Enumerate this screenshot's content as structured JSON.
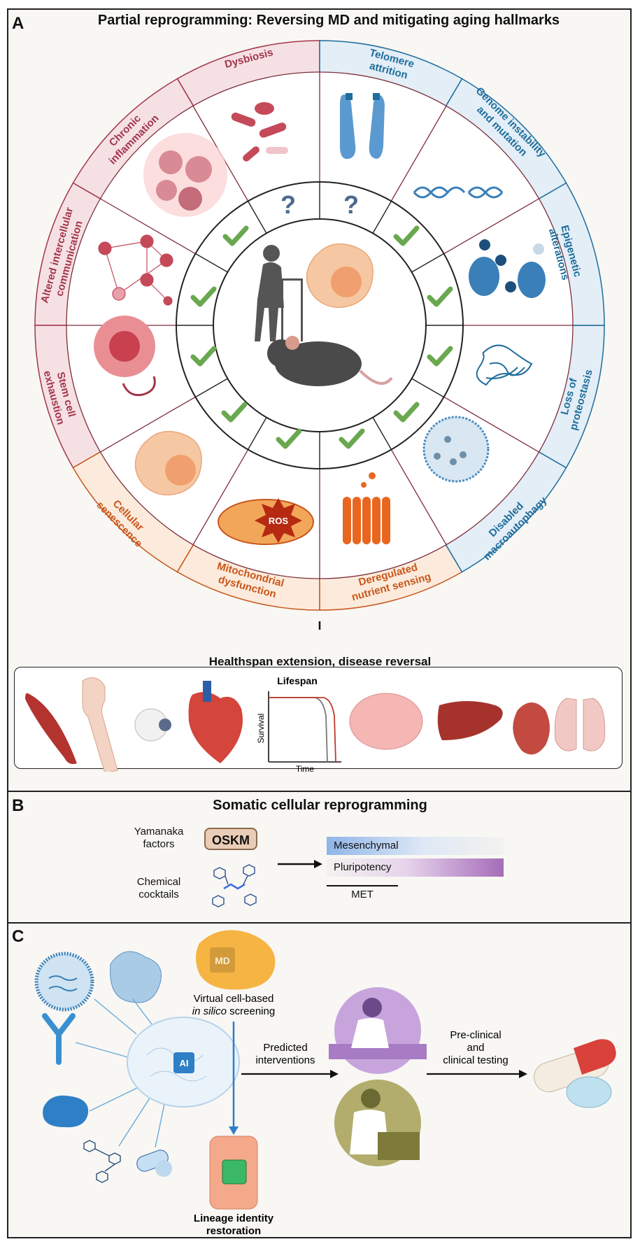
{
  "panel_a": {
    "letter": "A",
    "title": "Partial reprogramming: Reversing MD and mitigating aging hallmarks",
    "question_mark": "?",
    "hallmarks": [
      {
        "line1": "Dysbiosis",
        "line2": ""
      },
      {
        "line1": "Telomere",
        "line2": "attrition"
      },
      {
        "line1": "Genome instability",
        "line2": "and mutation"
      },
      {
        "line1": "Epigenetic",
        "line2": "alterations"
      },
      {
        "line1": "Loss of",
        "line2": "proteostasis"
      },
      {
        "line1": "Disabled",
        "line2": "macroautophagy"
      },
      {
        "line1": "Deregulated",
        "line2": "nutrient sensing"
      },
      {
        "line1": "Mitochondrial",
        "line2": "dysfunction"
      },
      {
        "line1": "Cellular",
        "line2": "senescence"
      },
      {
        "line1": "Stem cell",
        "line2": "exhaustion"
      },
      {
        "line1": "Altered intercellular",
        "line2": "communication"
      },
      {
        "line1": "Chronic",
        "line2": "inflammation"
      }
    ],
    "ros_label": "ROS",
    "outcome": "Healthspan extension, disease reversal",
    "lifespan_title": "Lifespan",
    "lifespan_ylabel": "Survival",
    "lifespan_xlabel": "Time",
    "colors": {
      "blue": "#1f6d9c",
      "red": "#a3354a",
      "orange": "#c8561b",
      "check": "#6aa84f"
    }
  },
  "panel_b": {
    "letter": "B",
    "title": "Somatic cellular reprogramming",
    "yamanaka_line1": "Yamanaka",
    "yamanaka_line2": "factors",
    "oskm": "OSKM",
    "chemical_line1": "Chemical",
    "chemical_line2": "cocktails",
    "mesenchymal": "Mesenchymal",
    "pluripotency": "Pluripotency",
    "met": "MET"
  },
  "panel_c": {
    "letter": "C",
    "md_label": "MD",
    "ai_label": "AI",
    "virtual_line1": "Virtual cell-based",
    "virtual_line2_italic": "in silico",
    "virtual_line2_rest": " screening",
    "predicted_line1": "Predicted",
    "predicted_line2": "interventions",
    "lineage_line1": "Lineage identity",
    "lineage_line2": "restoration",
    "preclinical_line1": "Pre-clinical",
    "preclinical_line2": "and",
    "preclinical_line3": "clinical testing"
  }
}
